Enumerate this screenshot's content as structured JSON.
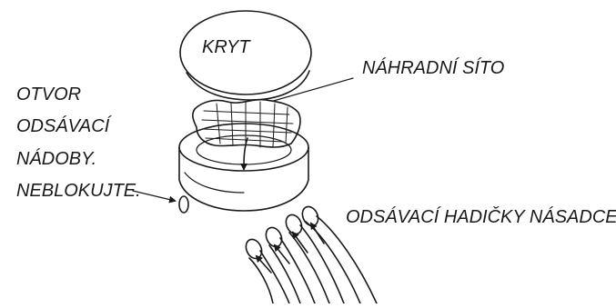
{
  "labels": {
    "cover": "KRYT",
    "replacement_filter": "NÁHRADNÍ SÍTO",
    "opening_line1": "OTVOR",
    "opening_line2": "ODSÁVACÍ",
    "opening_line3": "NÁDOBY.",
    "opening_line4": "NEBLOKUJTE.",
    "suction_tubes": "ODSÁVACÍ HADIČKY NÁSADCE"
  }
}
